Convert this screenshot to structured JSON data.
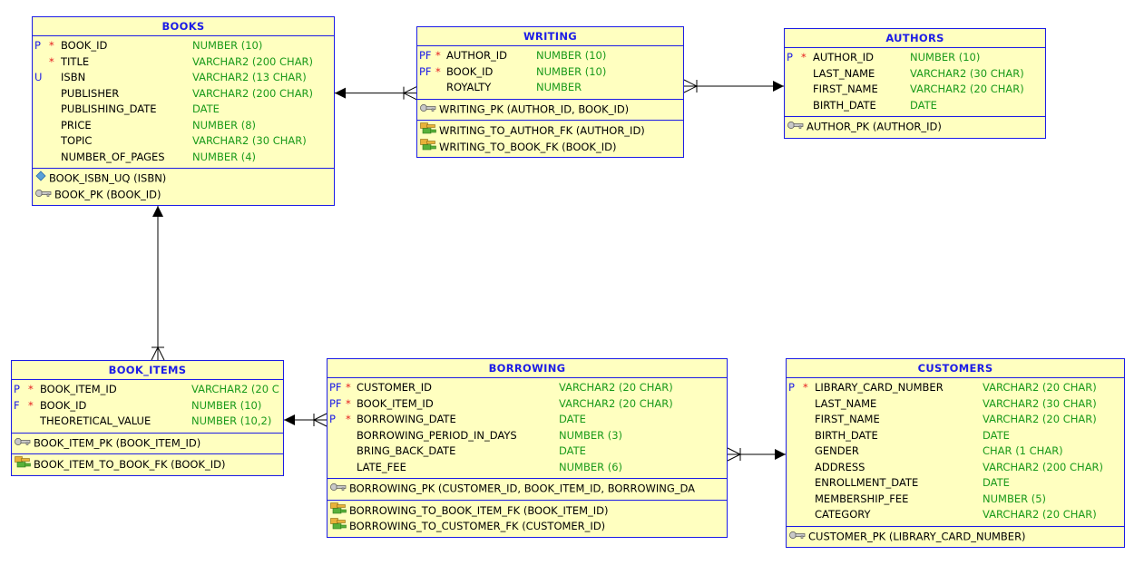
{
  "tables": {
    "books": {
      "title": "BOOKS",
      "columns": [
        {
          "flag": "P",
          "req": "*",
          "name": "BOOK_ID",
          "type": "NUMBER (10)"
        },
        {
          "flag": "",
          "req": "*",
          "name": "TITLE",
          "type": "VARCHAR2 (200 CHAR)"
        },
        {
          "flag": "U",
          "req": "",
          "name": "ISBN",
          "type": "VARCHAR2 (13 CHAR)"
        },
        {
          "flag": "",
          "req": "",
          "name": "PUBLISHER",
          "type": "VARCHAR2 (200 CHAR)"
        },
        {
          "flag": "",
          "req": "",
          "name": "PUBLISHING_DATE",
          "type": "DATE"
        },
        {
          "flag": "",
          "req": "",
          "name": "PRICE",
          "type": "NUMBER (8)"
        },
        {
          "flag": "",
          "req": "",
          "name": "TOPIC",
          "type": "VARCHAR2 (30 CHAR)"
        },
        {
          "flag": "",
          "req": "",
          "name": "NUMBER_OF_PAGES",
          "type": "NUMBER (4)"
        }
      ],
      "keys": [
        {
          "icon": "unique-key-icon",
          "text": "BOOK_ISBN_UQ (ISBN)"
        },
        {
          "icon": "primary-key-icon",
          "text": "BOOK_PK (BOOK_ID)"
        }
      ],
      "fks": []
    },
    "writing": {
      "title": "WRITING",
      "columns": [
        {
          "flag": "PF",
          "req": "*",
          "name": "AUTHOR_ID",
          "type": "NUMBER (10)"
        },
        {
          "flag": "PF",
          "req": "*",
          "name": "BOOK_ID",
          "type": "NUMBER (10)"
        },
        {
          "flag": "",
          "req": "",
          "name": "ROYALTY",
          "type": "NUMBER"
        }
      ],
      "keys": [
        {
          "icon": "primary-key-icon",
          "text": "WRITING_PK (AUTHOR_ID, BOOK_ID)"
        }
      ],
      "fks": [
        {
          "icon": "foreign-key-icon",
          "text": "WRITING_TO_AUTHOR_FK (AUTHOR_ID)"
        },
        {
          "icon": "foreign-key-icon",
          "text": "WRITING_TO_BOOK_FK (BOOK_ID)"
        }
      ]
    },
    "authors": {
      "title": "AUTHORS",
      "columns": [
        {
          "flag": "P",
          "req": "*",
          "name": "AUTHOR_ID",
          "type": "NUMBER (10)"
        },
        {
          "flag": "",
          "req": "",
          "name": "LAST_NAME",
          "type": "VARCHAR2 (30 CHAR)"
        },
        {
          "flag": "",
          "req": "",
          "name": "FIRST_NAME",
          "type": "VARCHAR2 (20 CHAR)"
        },
        {
          "flag": "",
          "req": "",
          "name": "BIRTH_DATE",
          "type": "DATE"
        }
      ],
      "keys": [
        {
          "icon": "primary-key-icon",
          "text": "AUTHOR_PK (AUTHOR_ID)"
        }
      ],
      "fks": []
    },
    "book_items": {
      "title": "BOOK_ITEMS",
      "columns": [
        {
          "flag": "P",
          "req": "*",
          "name": "BOOK_ITEM_ID",
          "type": "VARCHAR2 (20 C"
        },
        {
          "flag": "F",
          "req": "*",
          "name": "BOOK_ID",
          "type": "NUMBER (10)"
        },
        {
          "flag": "",
          "req": "",
          "name": "THEORETICAL_VALUE",
          "type": "NUMBER (10,2)"
        }
      ],
      "keys": [
        {
          "icon": "primary-key-icon",
          "text": "BOOK_ITEM_PK (BOOK_ITEM_ID)"
        }
      ],
      "fks": [
        {
          "icon": "foreign-key-icon",
          "text": "BOOK_ITEM_TO_BOOK_FK (BOOK_ID)"
        }
      ]
    },
    "borrowing": {
      "title": "BORROWING",
      "columns": [
        {
          "flag": "PF",
          "req": "*",
          "name": "CUSTOMER_ID",
          "type": "VARCHAR2 (20 CHAR)"
        },
        {
          "flag": "PF",
          "req": "*",
          "name": "BOOK_ITEM_ID",
          "type": "VARCHAR2 (20 CHAR)"
        },
        {
          "flag": "P",
          "req": "*",
          "name": "BORROWING_DATE",
          "type": "DATE"
        },
        {
          "flag": "",
          "req": "",
          "name": "BORROWING_PERIOD_IN_DAYS",
          "type": "NUMBER (3)"
        },
        {
          "flag": "",
          "req": "",
          "name": "BRING_BACK_DATE",
          "type": "DATE"
        },
        {
          "flag": "",
          "req": "",
          "name": "LATE_FEE",
          "type": "NUMBER (6)"
        }
      ],
      "keys": [
        {
          "icon": "primary-key-icon",
          "text": "BORROWING_PK (CUSTOMER_ID, BOOK_ITEM_ID, BORROWING_DA"
        }
      ],
      "fks": [
        {
          "icon": "foreign-key-icon",
          "text": "BORROWING_TO_BOOK_ITEM_FK (BOOK_ITEM_ID)"
        },
        {
          "icon": "foreign-key-icon",
          "text": "BORROWING_TO_CUSTOMER_FK (CUSTOMER_ID)"
        }
      ]
    },
    "customers": {
      "title": "CUSTOMERS",
      "columns": [
        {
          "flag": "P",
          "req": "*",
          "name": "LIBRARY_CARD_NUMBER",
          "type": "VARCHAR2 (20 CHAR)"
        },
        {
          "flag": "",
          "req": "",
          "name": "LAST_NAME",
          "type": "VARCHAR2 (30 CHAR)"
        },
        {
          "flag": "",
          "req": "",
          "name": "FIRST_NAME",
          "type": "VARCHAR2 (20 CHAR)"
        },
        {
          "flag": "",
          "req": "",
          "name": "BIRTH_DATE",
          "type": "DATE"
        },
        {
          "flag": "",
          "req": "",
          "name": "GENDER",
          "type": "CHAR (1 CHAR)"
        },
        {
          "flag": "",
          "req": "",
          "name": "ADDRESS",
          "type": "VARCHAR2 (200 CHAR)"
        },
        {
          "flag": "",
          "req": "",
          "name": "ENROLLMENT_DATE",
          "type": "DATE"
        },
        {
          "flag": "",
          "req": "",
          "name": "MEMBERSHIP_FEE",
          "type": "NUMBER (5)"
        },
        {
          "flag": "",
          "req": "",
          "name": "CATEGORY",
          "type": "VARCHAR2 (20 CHAR)"
        }
      ],
      "keys": [
        {
          "icon": "primary-key-icon",
          "text": "CUSTOMER_PK (LIBRARY_CARD_NUMBER)"
        }
      ],
      "fks": []
    }
  },
  "colors": {
    "border": "#1c1ce6",
    "fill": "#ffffc0",
    "type_text": "#1a9a1a",
    "required_star": "#e61c1c",
    "line": "#000000"
  },
  "relationships": [
    {
      "from": "writing",
      "to": "books",
      "many_side": "writing"
    },
    {
      "from": "writing",
      "to": "authors",
      "many_side": "writing"
    },
    {
      "from": "book_items",
      "to": "books",
      "many_side": "book_items"
    },
    {
      "from": "borrowing",
      "to": "book_items",
      "many_side": "borrowing"
    },
    {
      "from": "borrowing",
      "to": "customers",
      "many_side": "borrowing"
    }
  ]
}
